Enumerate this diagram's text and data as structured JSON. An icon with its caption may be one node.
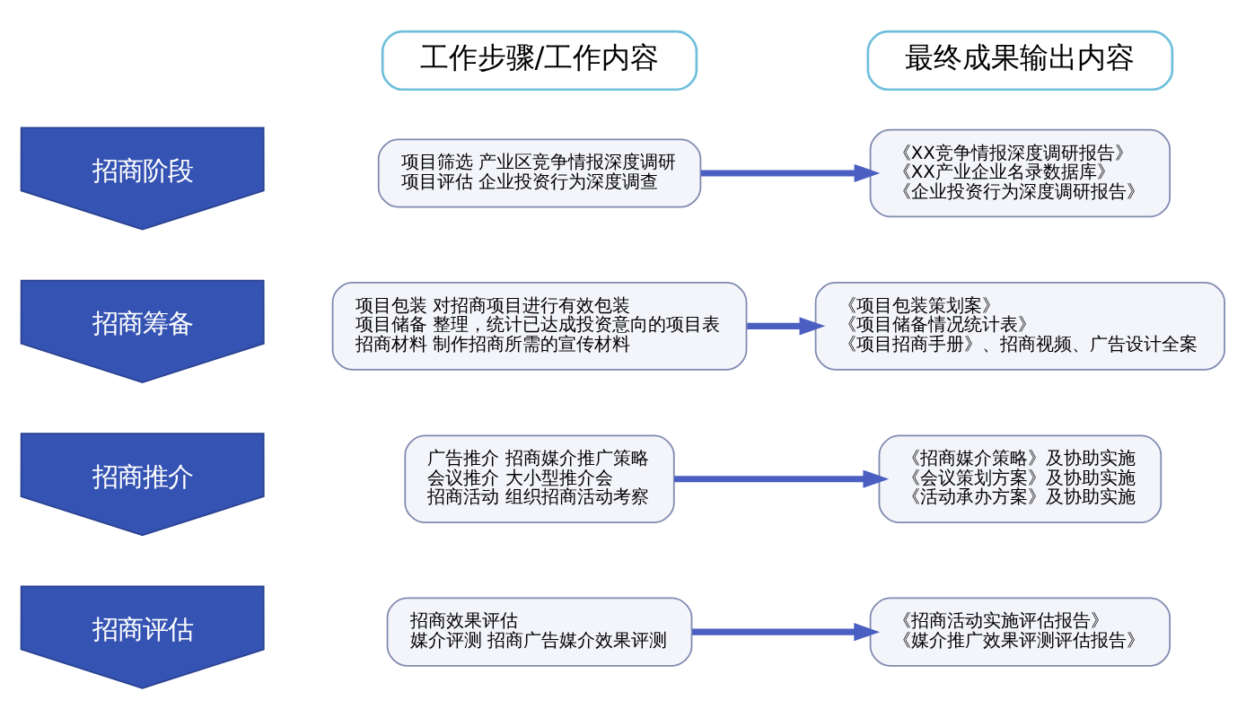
{
  "diagram": {
    "nodes": [
      {
        "text": [
          "工作步骤/工作内容"
        ]
      },
      {
        "text": [
          "最终成果输出内容"
        ]
      },
      {
        "text": [
          "招商阶段"
        ]
      },
      {
        "text": [
          "项目筛选 产业区竞争情报深度调研",
          "项目评估 企业投资行为深度调查"
        ]
      },
      {
        "text": [
          "《XX竞争情报深度调研报告》",
          "《XX产业企业名录数据库》",
          "《企业投资行为深度调研报告》"
        ]
      },
      {
        "text": [
          "招商筹备"
        ]
      },
      {
        "text": [
          "项目包装 对招商项目进行有效包装",
          "项目储备 整理，统计已达成投资意向的项目表",
          "招商材料 制作招商所需的宣传材料"
        ]
      },
      {
        "text": [
          "《项目包装策划案》",
          "《项目储备情况统计表》",
          "《项目招商手册》、招商视频、广告设计全案"
        ]
      },
      {
        "text": [
          "招商推介"
        ]
      },
      {
        "text": [
          "广告推介 招商媒介推广策略",
          "会议推介 大小型推介会",
          "招商活动 组织招商活动考察"
        ]
      },
      {
        "text": [
          "《招商媒介策略》及协助实施",
          "《会议策划方案》及协助实施",
          "《活动承办方案》及协助实施"
        ]
      },
      {
        "text": [
          "招商评估"
        ]
      },
      {
        "text": [
          "招商效果评估",
          "媒介评测 招商广告媒介效果评测"
        ]
      },
      {
        "text": [
          "《招商活动实施评估报告》",
          "《媒介推广效果评测评估报告》"
        ]
      }
    ],
    "edges": [
      {
        "from": 3,
        "to": 4,
        "arrow": "to"
      },
      {
        "from": 6,
        "to": 7,
        "arrow": "to"
      },
      {
        "from": 9,
        "to": 10,
        "arrow": "to"
      },
      {
        "from": 12,
        "to": 13,
        "arrow": "to"
      }
    ]
  }
}
